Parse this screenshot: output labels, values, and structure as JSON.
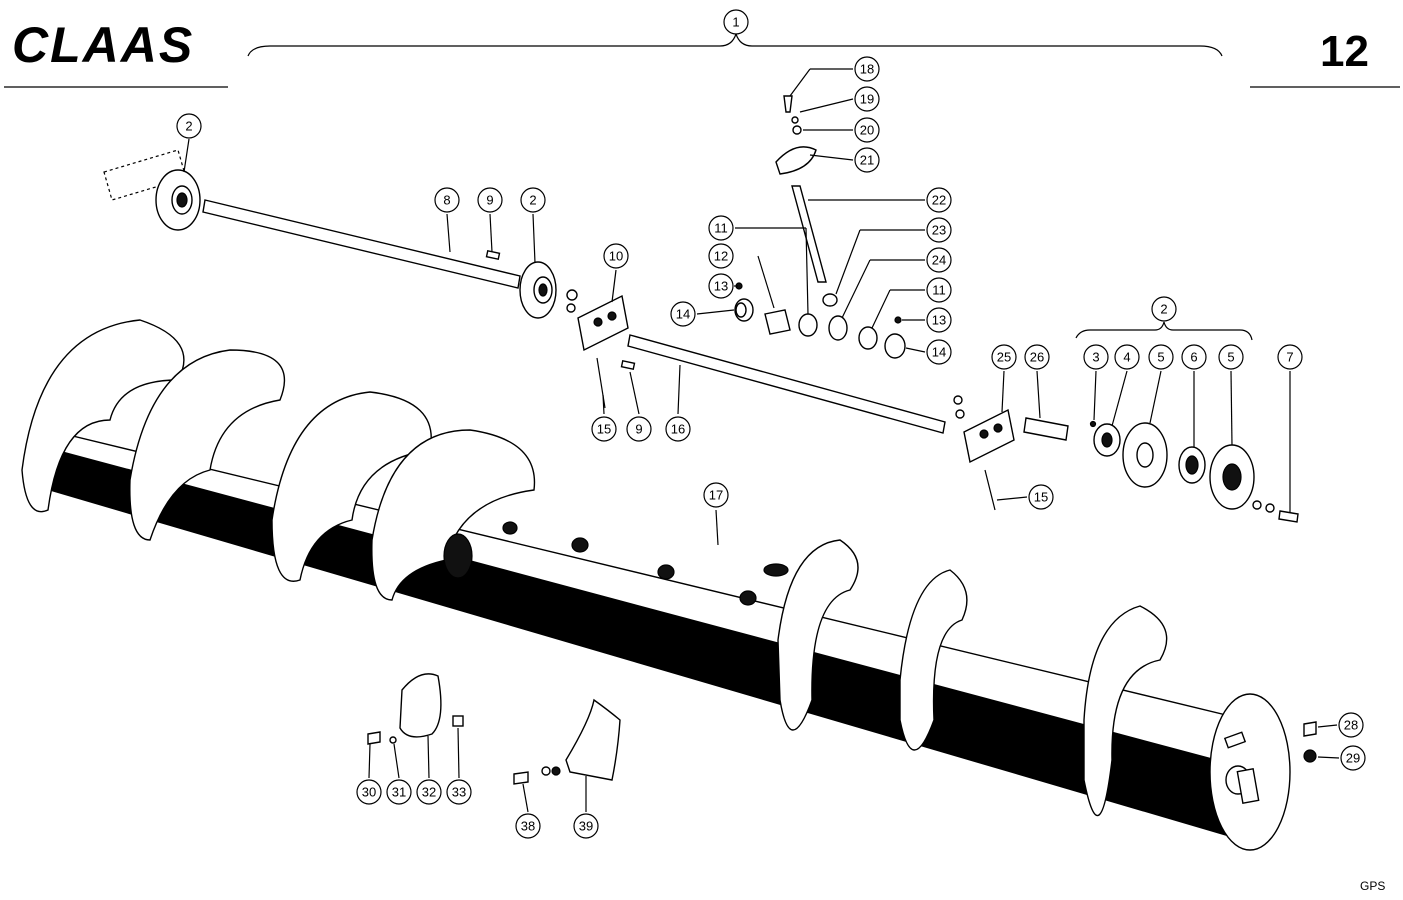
{
  "header": {
    "brand_logo": "CLAAS",
    "page_number": "12"
  },
  "footer": {
    "code": "GPS"
  },
  "callouts": [
    {
      "id": "1",
      "label": "1"
    },
    {
      "id": "2a",
      "label": "2"
    },
    {
      "id": "2b",
      "label": "2"
    },
    {
      "id": "2c",
      "label": "2"
    },
    {
      "id": "3",
      "label": "3"
    },
    {
      "id": "4",
      "label": "4"
    },
    {
      "id": "5a",
      "label": "5"
    },
    {
      "id": "5b",
      "label": "5"
    },
    {
      "id": "6",
      "label": "6"
    },
    {
      "id": "7",
      "label": "7"
    },
    {
      "id": "8",
      "label": "8"
    },
    {
      "id": "9a",
      "label": "9"
    },
    {
      "id": "9b",
      "label": "9"
    },
    {
      "id": "10",
      "label": "10"
    },
    {
      "id": "11a",
      "label": "11"
    },
    {
      "id": "11b",
      "label": "11"
    },
    {
      "id": "12",
      "label": "12"
    },
    {
      "id": "13a",
      "label": "13"
    },
    {
      "id": "13b",
      "label": "13"
    },
    {
      "id": "14a",
      "label": "14"
    },
    {
      "id": "14b",
      "label": "14"
    },
    {
      "id": "15a",
      "label": "15"
    },
    {
      "id": "15b",
      "label": "15"
    },
    {
      "id": "16",
      "label": "16"
    },
    {
      "id": "17",
      "label": "17"
    },
    {
      "id": "18",
      "label": "18"
    },
    {
      "id": "19",
      "label": "19"
    },
    {
      "id": "20",
      "label": "20"
    },
    {
      "id": "21",
      "label": "21"
    },
    {
      "id": "22",
      "label": "22"
    },
    {
      "id": "23",
      "label": "23"
    },
    {
      "id": "24",
      "label": "24"
    },
    {
      "id": "25",
      "label": "25"
    },
    {
      "id": "26",
      "label": "26"
    },
    {
      "id": "28",
      "label": "28"
    },
    {
      "id": "29",
      "label": "29"
    },
    {
      "id": "30",
      "label": "30"
    },
    {
      "id": "31",
      "label": "31"
    },
    {
      "id": "32",
      "label": "32"
    },
    {
      "id": "33",
      "label": "33"
    },
    {
      "id": "38",
      "label": "38"
    },
    {
      "id": "39",
      "label": "39"
    }
  ]
}
